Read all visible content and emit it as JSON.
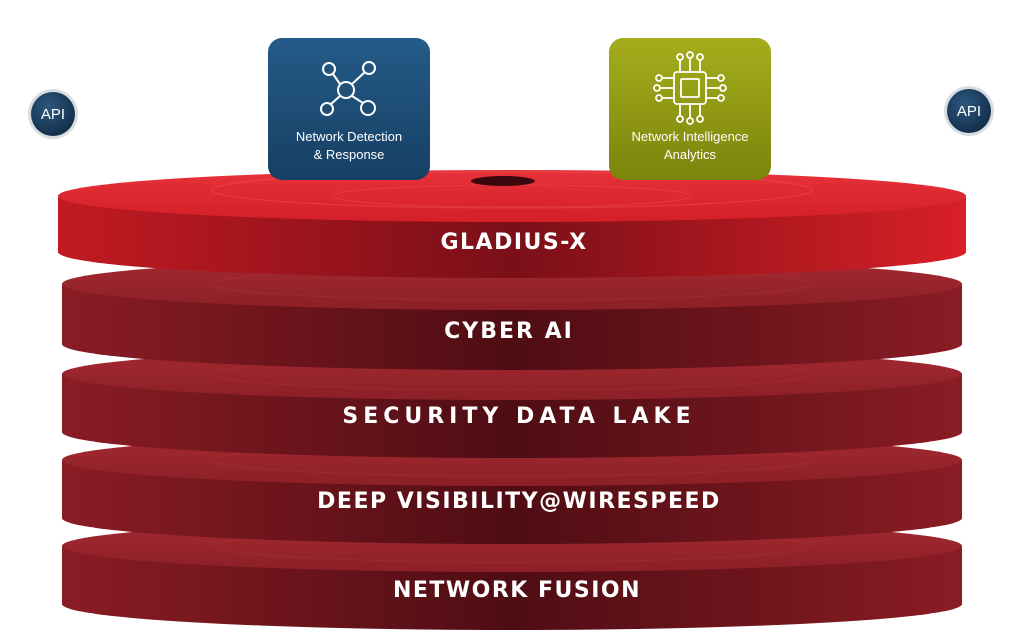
{
  "diagram": {
    "layers": [
      {
        "id": "gladius-x",
        "label": "GLADIUS-X"
      },
      {
        "id": "cyber-ai",
        "label": "CYBER AI"
      },
      {
        "id": "security-data-lake",
        "label": "SECURITY DATA LAKE"
      },
      {
        "id": "deep-visibility",
        "label": "DEEP VISIBILITY@WIRESPEED"
      },
      {
        "id": "network-fusion",
        "label": "NETWORK FUSION"
      }
    ],
    "modules": {
      "ndr": {
        "line1": "Network Detection",
        "line2": "& Response",
        "color": "#1d4f78",
        "icon": "network-nodes-icon"
      },
      "nia": {
        "line1": "Network Intelligence",
        "line2": "Analytics",
        "color": "#8f9a12",
        "icon": "chip-circuit-icon"
      }
    },
    "api": {
      "left": "API",
      "right": "API"
    },
    "colors": {
      "top_layer": "#e0252e",
      "lower_layers": "#8f1f28",
      "api_badge": "#1a3a5c"
    }
  }
}
